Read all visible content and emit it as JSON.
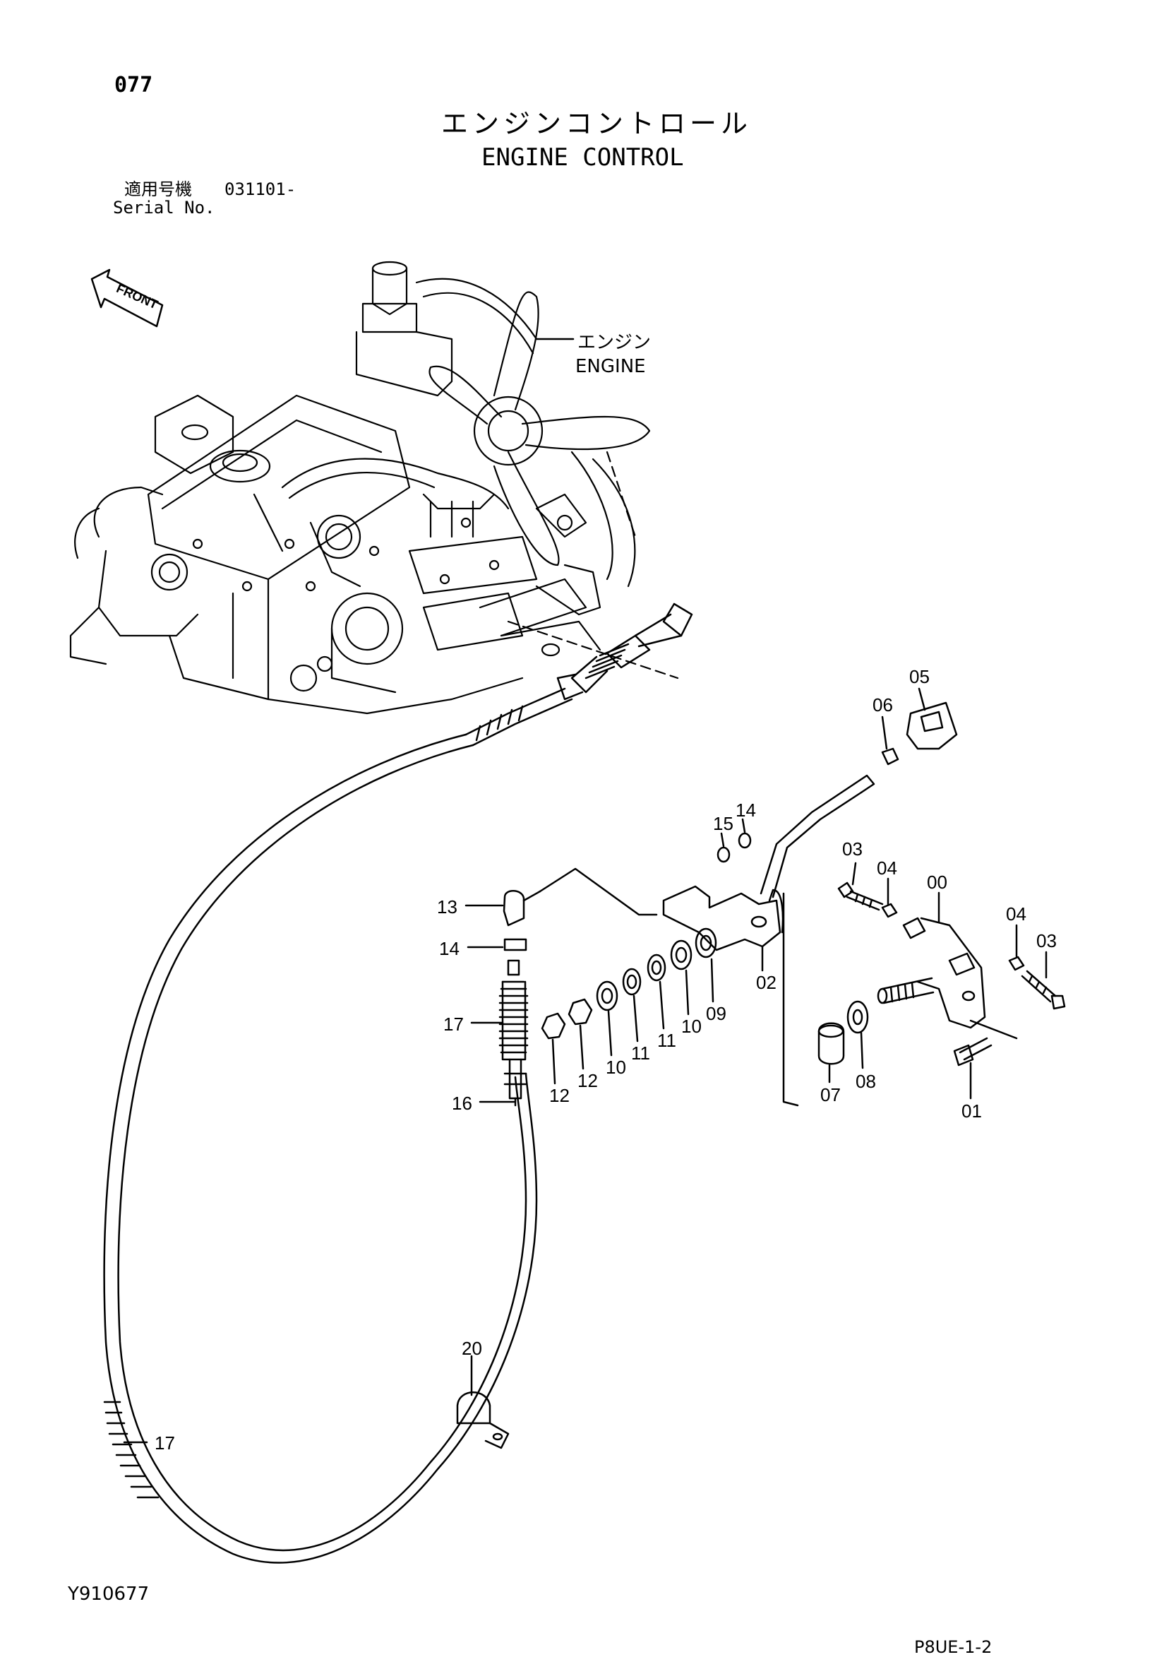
{
  "header": {
    "page_number": "077",
    "title_jp": "エンジンコントロール",
    "title_en": "ENGINE CONTROL",
    "serial_label_jp": "適用号機",
    "serial_value": "031101-",
    "serial_label_en": "Serial No."
  },
  "engine_label": {
    "jp": "エンジン",
    "en": "ENGINE"
  },
  "front_label": "FRONT",
  "callouts": [
    {
      "id": "c05",
      "text": "05"
    },
    {
      "id": "c06",
      "text": "06"
    },
    {
      "id": "c14a",
      "text": "14"
    },
    {
      "id": "c15",
      "text": "15"
    },
    {
      "id": "c03a",
      "text": "03"
    },
    {
      "id": "c04a",
      "text": "04"
    },
    {
      "id": "c00",
      "text": "00"
    },
    {
      "id": "c04b",
      "text": "04"
    },
    {
      "id": "c03b",
      "text": "03"
    },
    {
      "id": "c13",
      "text": "13"
    },
    {
      "id": "c14b",
      "text": "14"
    },
    {
      "id": "c02",
      "text": "02"
    },
    {
      "id": "c09",
      "text": "09"
    },
    {
      "id": "c10a",
      "text": "10"
    },
    {
      "id": "c11a",
      "text": "11"
    },
    {
      "id": "c11b",
      "text": "11"
    },
    {
      "id": "c10b",
      "text": "10"
    },
    {
      "id": "c12a",
      "text": "12"
    },
    {
      "id": "c12b",
      "text": "12"
    },
    {
      "id": "c17a",
      "text": "17"
    },
    {
      "id": "c16",
      "text": "16"
    },
    {
      "id": "c07",
      "text": "07"
    },
    {
      "id": "c08",
      "text": "08"
    },
    {
      "id": "c01",
      "text": "01"
    },
    {
      "id": "c20",
      "text": "20"
    },
    {
      "id": "c17b",
      "text": "17"
    }
  ],
  "footer": {
    "doc_id": "Y910677",
    "page_code": "P8UE-1-2"
  }
}
